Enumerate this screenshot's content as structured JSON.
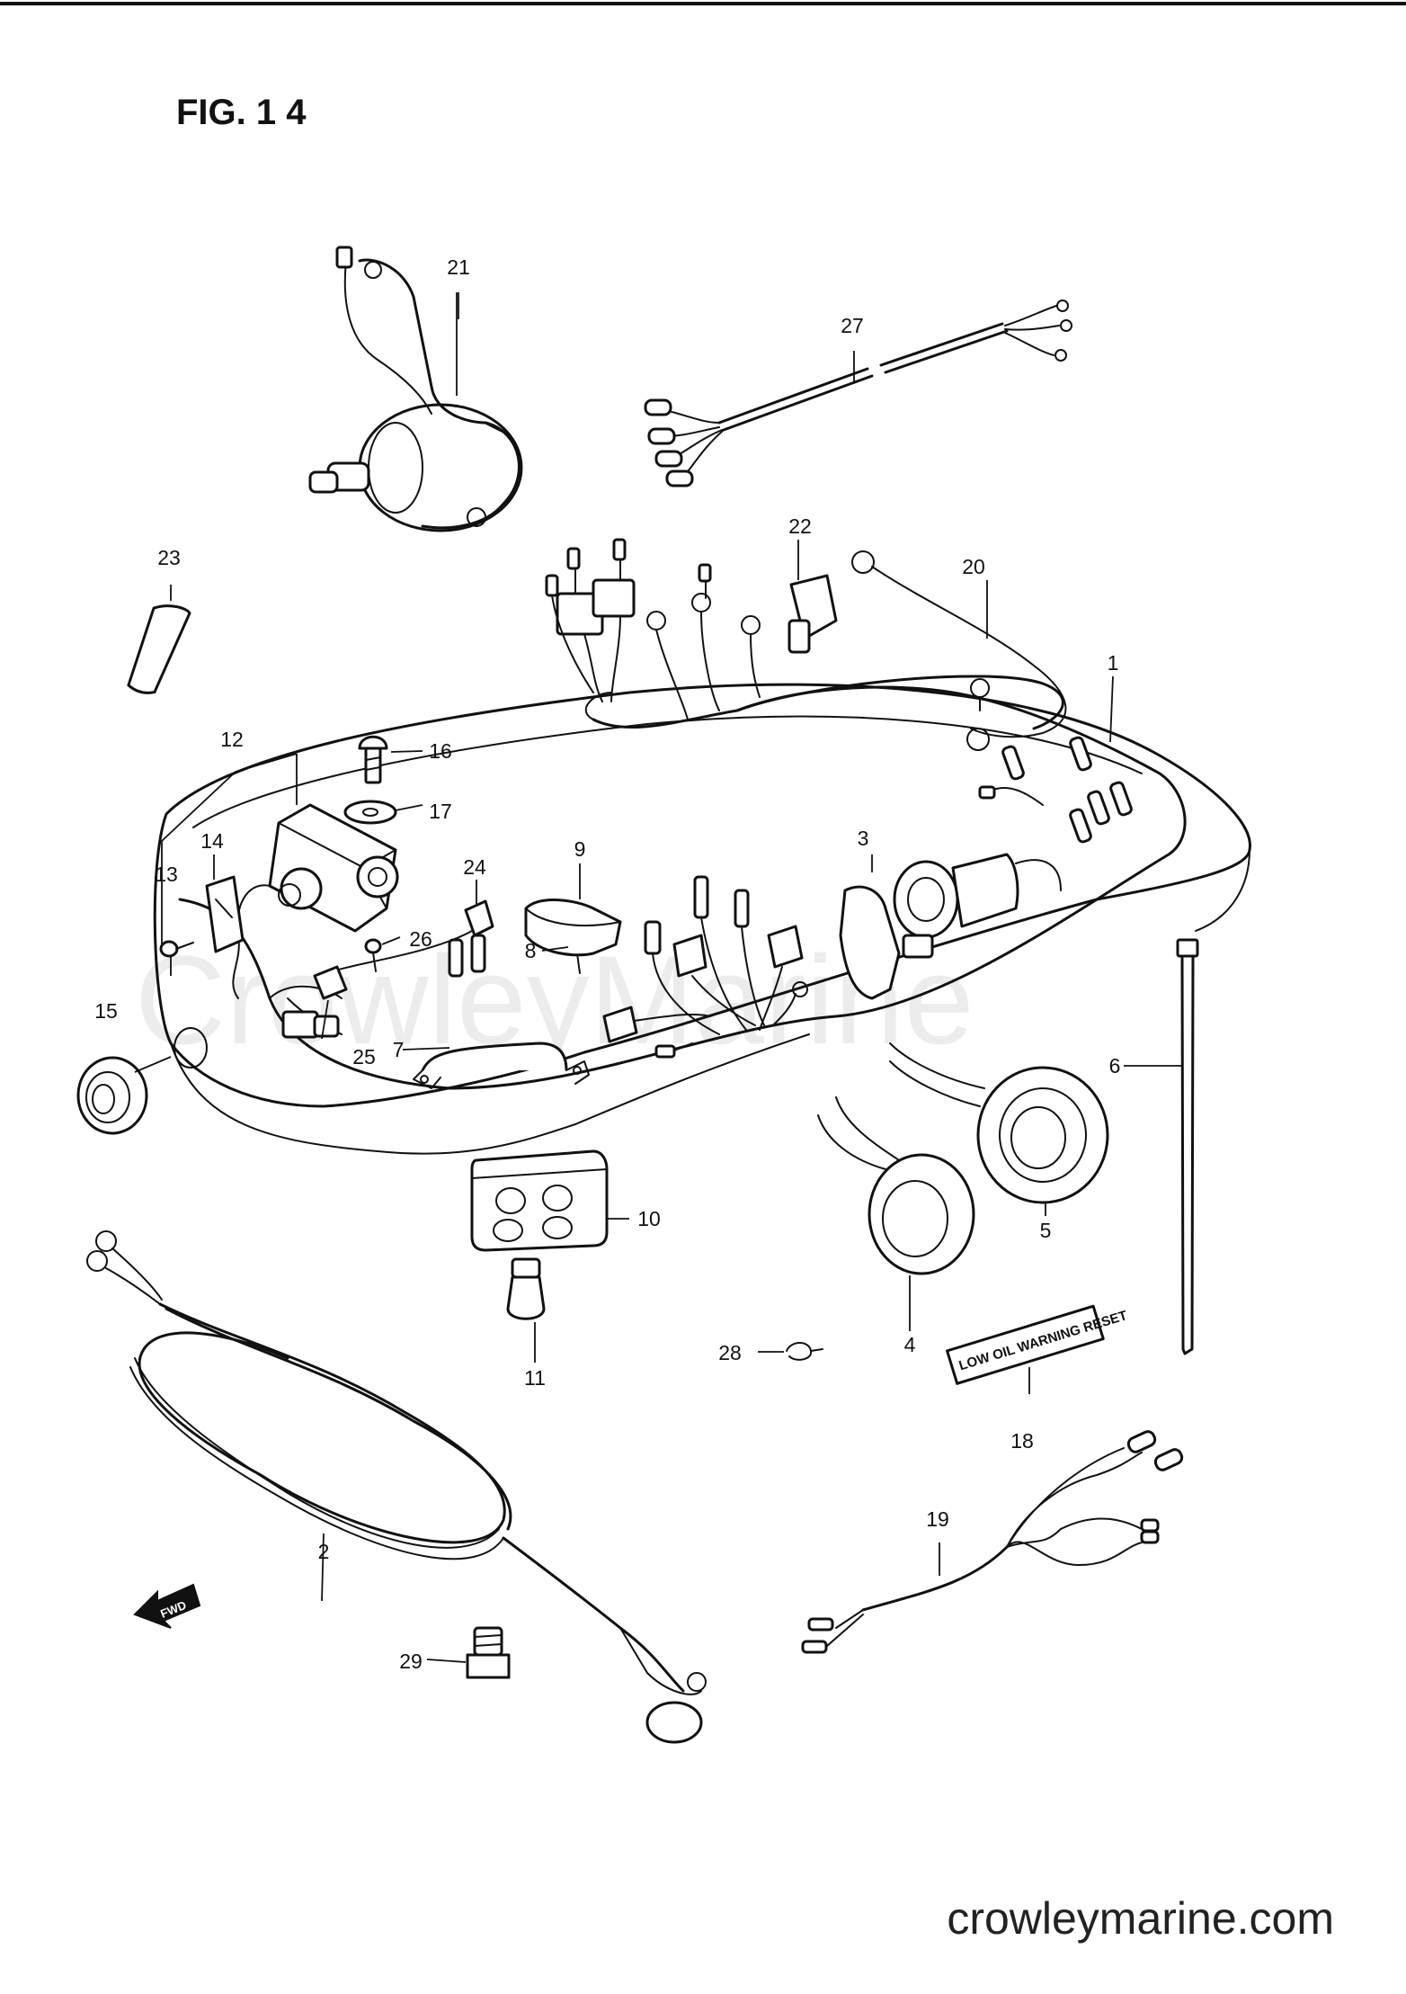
{
  "figure": {
    "title": "FIG. 1 4"
  },
  "watermark": "CrowleyMarine",
  "site": "crowleymarine.com",
  "labels": {
    "oil_warning": "LOW OIL WARNING RESET",
    "fwd": "FWD"
  },
  "callouts": [
    "1",
    "2",
    "3",
    "4",
    "5",
    "6",
    "7",
    "8",
    "9",
    "10",
    "11",
    "12",
    "13",
    "14",
    "15",
    "16",
    "17",
    "18",
    "19",
    "20",
    "21",
    "22",
    "23",
    "24",
    "25",
    "26",
    "27",
    "28",
    "29"
  ]
}
